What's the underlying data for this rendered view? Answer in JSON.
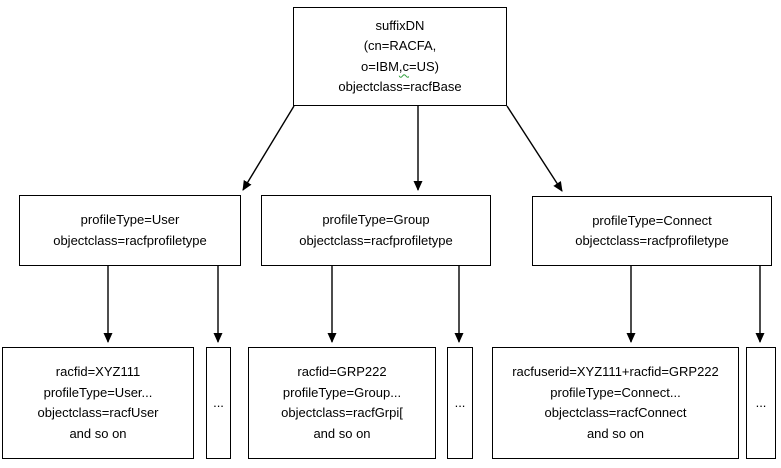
{
  "colors": {
    "line": "#000000",
    "text": "#000000",
    "background": "#ffffff",
    "spellcheck_squiggle": "#2f9e3a"
  },
  "diagram": {
    "root": {
      "line1": "suffixDN",
      "line2": "(cn=RACFA,",
      "line3_pre": "o=IBM",
      "line3_squiggled": ",c",
      "line3_post": "=US)",
      "line4": "objectclass=racfBase"
    },
    "profiletype_user": {
      "line1": "profileType=User",
      "line2": "objectclass=racfprofiletype"
    },
    "profiletype_group": {
      "line1": "profileType=Group",
      "line2": "objectclass=racfprofiletype"
    },
    "profiletype_connect": {
      "line1": "profileType=Connect",
      "line2": "objectclass=racfprofiletype"
    },
    "user_entry": {
      "line1": "racfid=XYZ111",
      "line2": "profileType=User...",
      "line3": "objectclass=racfUser",
      "line4": "and so on"
    },
    "group_entry": {
      "line1": "racfid=GRP222",
      "line2": "profileType=Group...",
      "line3": "objectclass=racfGrpi[",
      "line4": "and so on"
    },
    "connect_entry": {
      "line1": "racfuserid=XYZ111+racfid=GRP222",
      "line2": "profileType=Connect...",
      "line3": "objectclass=racfConnect",
      "line4": "and so on"
    },
    "ellipsis": "..."
  }
}
